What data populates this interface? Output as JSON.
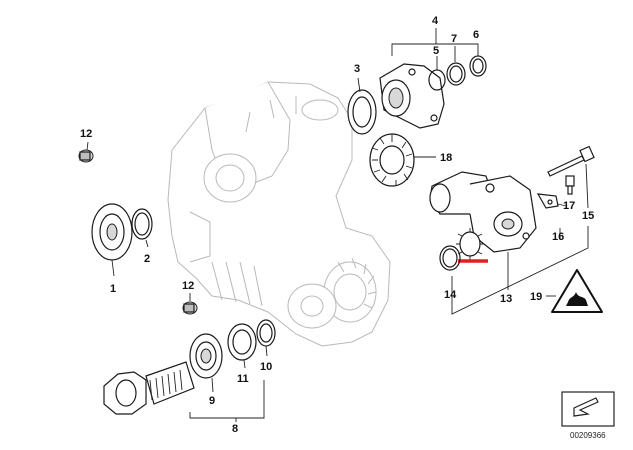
{
  "diagram": {
    "callouts": [
      "1",
      "2",
      "3",
      "4",
      "5",
      "6",
      "7",
      "8",
      "9",
      "10",
      "11",
      "12",
      "12",
      "13",
      "14",
      "15",
      "16",
      "17",
      "18",
      "19"
    ],
    "document_id": "00209366",
    "highlight_color": "#e0201e",
    "line_color": "#222222",
    "housing_color": "#b9b9b9",
    "icons": [
      "warning-triangle-icon",
      "catalog-page-icon"
    ]
  }
}
